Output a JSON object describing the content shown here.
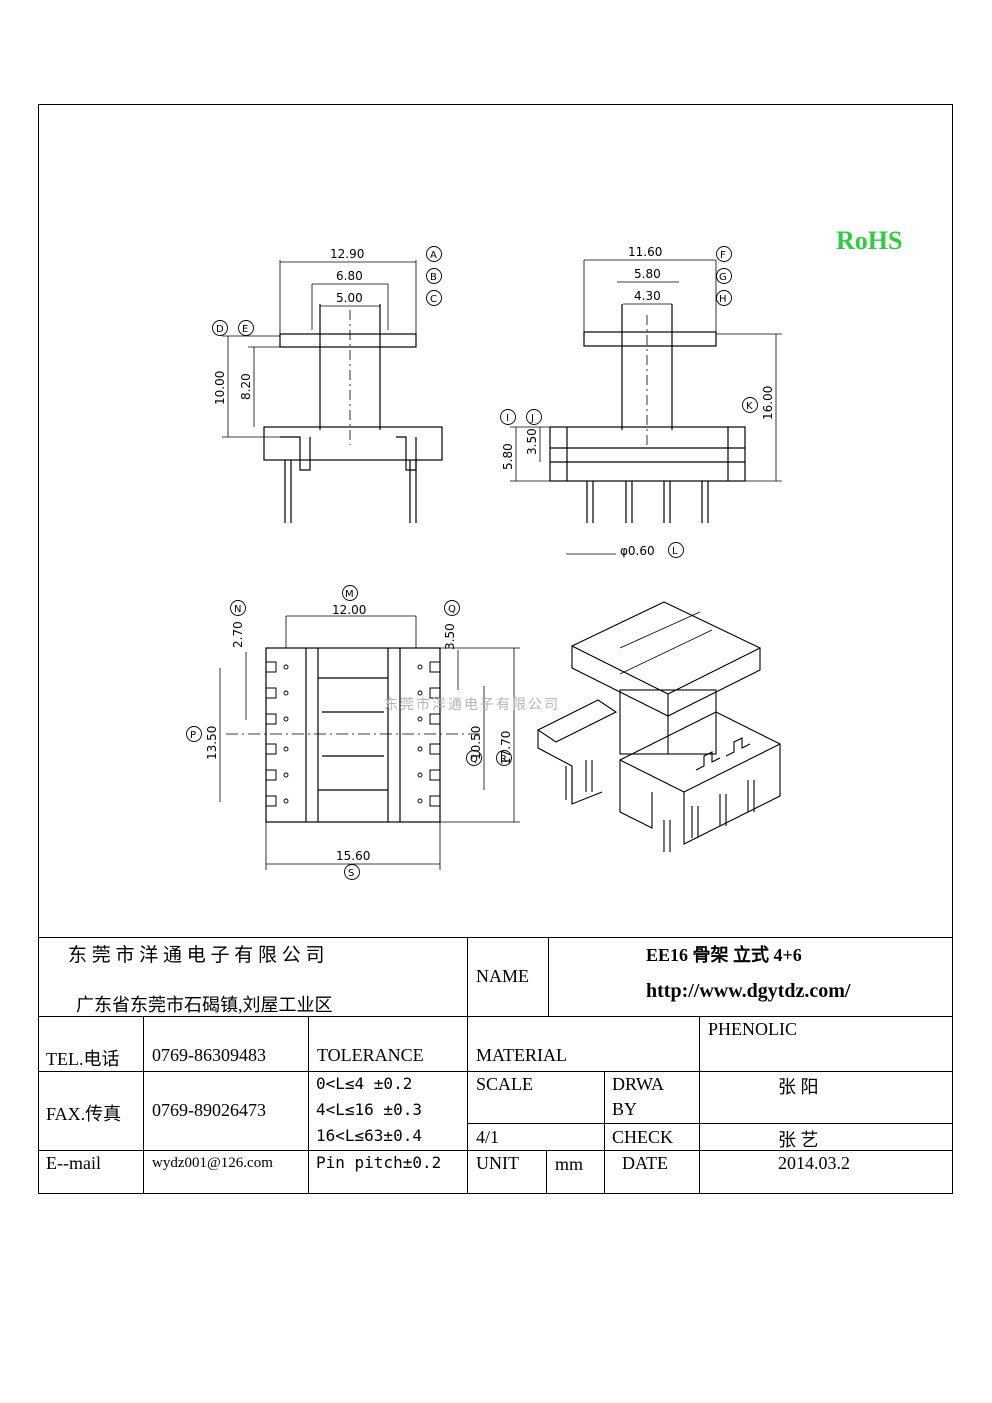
{
  "rohs": "RoHS",
  "watermark": "东莞市洋通电子有限公司",
  "dimensions": {
    "A": "12.90",
    "B": "6.80",
    "C": "5.00",
    "D": "10.00",
    "E": "8.20",
    "F": "11.60",
    "G": "5.80",
    "H": "4.30",
    "I": "5.80",
    "J": "3.50",
    "K": "16.00",
    "L": "φ0.60",
    "M": "12.00",
    "N": "2.70",
    "P": "13.50",
    "Q_top": "3.50",
    "Q": "10.50",
    "R": "17.70",
    "S": "15.60"
  },
  "title_block": {
    "company": "东 莞 市 洋 通 电 子 有 限 公 司",
    "address": "广东省东莞市石碣镇,刘屋工业区",
    "name_label": "NAME",
    "product": "EE16 骨架  立式 4+6",
    "website": "http://www.dgytdz.com/",
    "tel_label": "TEL.电话",
    "tel": "0769-86309483",
    "tolerance_label": "TOLERANCE",
    "material_label": "MATERIAL",
    "material": "PHENOLIC",
    "fax_label": "FAX.传真",
    "fax": "0769-89026473",
    "tol1": "0<L≤4   ±0.2",
    "tol2": "4<L≤16  ±0.3",
    "tol3": "16<L≤63±0.4",
    "tol4": "Pin pitch±0.2",
    "scale_label": "SCALE",
    "scale": "4/1",
    "drawn_label1": "DRWA",
    "drawn_label2": "BY",
    "drawn_by": "张 阳",
    "check_label": "CHECK",
    "checked_by": "张 艺",
    "email_label": "E--mail",
    "email": "wydz001@126.com",
    "unit_label": "UNIT",
    "unit": "mm",
    "date_label": "DATE",
    "date": "2014.03.2"
  }
}
